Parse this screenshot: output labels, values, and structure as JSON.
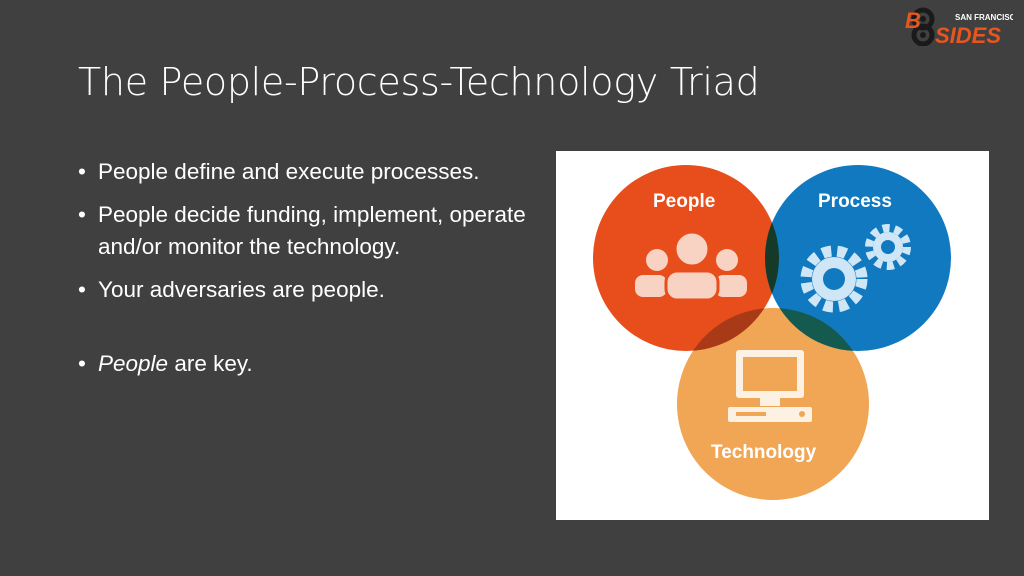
{
  "slide": {
    "title": "The People-Process-Technology Triad",
    "bullets": [
      {
        "text": "People define and execute processes."
      },
      {
        "text": "People decide funding, implement, operate and/or monitor the technology."
      },
      {
        "text": "Your adversaries are people."
      },
      {
        "emphasis": "People",
        "text": " are key."
      }
    ],
    "bullet_symbol": "•"
  },
  "logo": {
    "line1": "B",
    "line2": "SIDES",
    "small_text": "SAN FRANCISCO",
    "color": "#e8561f"
  },
  "diagram": {
    "circles": [
      {
        "label": "People",
        "color": "#e84e1b",
        "icon": "people-group-icon"
      },
      {
        "label": "Process",
        "color": "#1179bf",
        "icon": "gears-icon"
      },
      {
        "label": "Technology",
        "color": "#f0a655",
        "icon": "computer-icon"
      }
    ]
  }
}
